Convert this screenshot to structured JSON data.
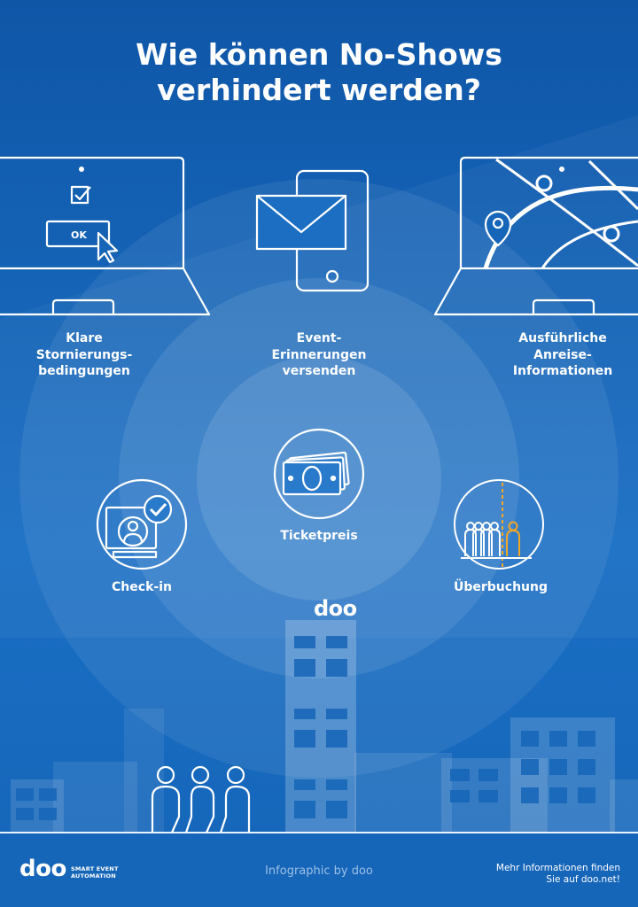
{
  "title": {
    "line1": "Wie können No-Shows",
    "line2": "verhindert werden?"
  },
  "items": {
    "storno": {
      "l1": "Klare",
      "l2": "Stornierungs-",
      "l3": "bedingungen",
      "button_label": "OK"
    },
    "reminder": {
      "l1": "Event-",
      "l2": "Erinnerungen",
      "l3": "versenden"
    },
    "travel": {
      "l1": "Ausführliche",
      "l2": "Anreise-",
      "l3": "Informationen"
    },
    "ticket": {
      "label": "Ticketpreis"
    },
    "checkin": {
      "label": "Check-in"
    },
    "overbook": {
      "label": "Überbuchung"
    }
  },
  "building_logo": "doo",
  "footer": {
    "logo": "doo",
    "tagline1": "SMART EVENT",
    "tagline2": "AUTOMATION",
    "credit": "Infographic by doo",
    "more1": "Mehr Informationen finden",
    "more2": "Sie auf doo.net!"
  },
  "colors": {
    "background": "#1565b8",
    "overbook_accent": "#f5a623",
    "white": "#ffffff"
  },
  "icons": {
    "storno": "laptop-checkbox-ok-icon",
    "reminder": "phone-envelope-icon",
    "travel": "laptop-map-icon",
    "ticket": "banknotes-icon",
    "checkin": "checkin-screen-icon",
    "overbook": "crowd-icon"
  }
}
